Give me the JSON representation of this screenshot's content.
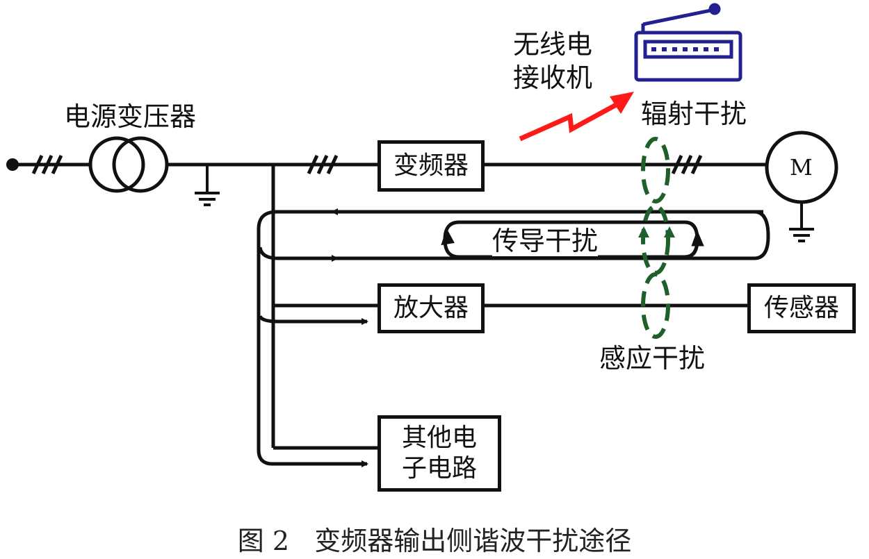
{
  "labels": {
    "power_transformer": "电源变压器",
    "radio_receiver_line1": "无线电",
    "radio_receiver_line2": "接收机",
    "radiated_interference": "辐射干扰",
    "conducted_interference": "传导干扰",
    "induced_interference": "感应干扰",
    "motor": "M"
  },
  "boxes": {
    "inverter": "变频器",
    "amplifier": "放大器",
    "sensor": "传感器",
    "other_circuit_line1": "其他电",
    "other_circuit_line2": "子电路"
  },
  "caption": "图 2   变频器输出侧谐波干扰途径",
  "colors": {
    "line": "#111111",
    "radiated": "#ff1a1a",
    "induced": "#1f5f2a",
    "receiver": "#23208f"
  }
}
